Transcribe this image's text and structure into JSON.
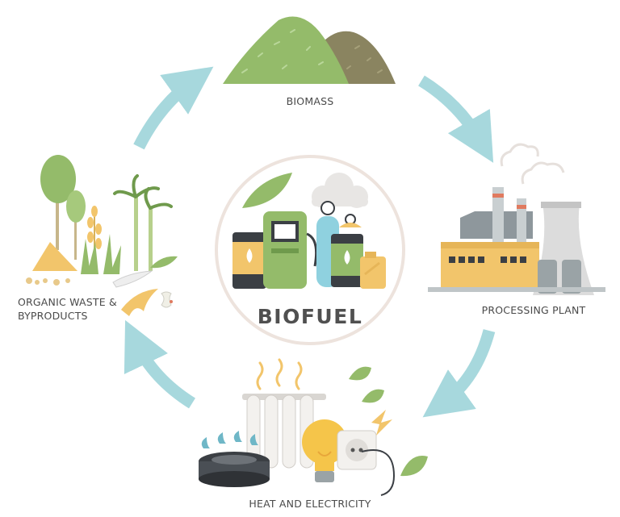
{
  "diagram": {
    "center": {
      "label": "BIOFUEL"
    },
    "stages": [
      {
        "id": "biomass",
        "label": "BIOMASS"
      },
      {
        "id": "processing-plant",
        "label": "PROCESSING PLANT"
      },
      {
        "id": "heat-electricity",
        "label": "HEAT AND ELECTRICITY"
      },
      {
        "id": "organic-waste",
        "label_lines": [
          "ORGANIC WASTE &",
          "BYPRODUCTS"
        ]
      }
    ],
    "colors": {
      "arrow": "#a7d8dd",
      "green": "#94bb6a",
      "dark_green": "#6f9a4c",
      "olive": "#8a8460",
      "yellow": "#f2c56b",
      "gray": "#9aa3a6",
      "dark": "#3b3f44",
      "ring": "#ede3dd"
    },
    "icons": [
      "hills-icon",
      "factory-icon",
      "radiator-icon",
      "gas-stove-icon",
      "light-bulb-icon",
      "power-socket-icon",
      "trees-icon",
      "wheat-icon",
      "sugarcane-icon",
      "banana-peel-icon",
      "apple-core-icon",
      "fuel-pump-icon",
      "fuel-barrel-icon",
      "gas-cylinder-icon",
      "jerrycan-icon",
      "leaf-icon",
      "cloud-icon"
    ]
  }
}
